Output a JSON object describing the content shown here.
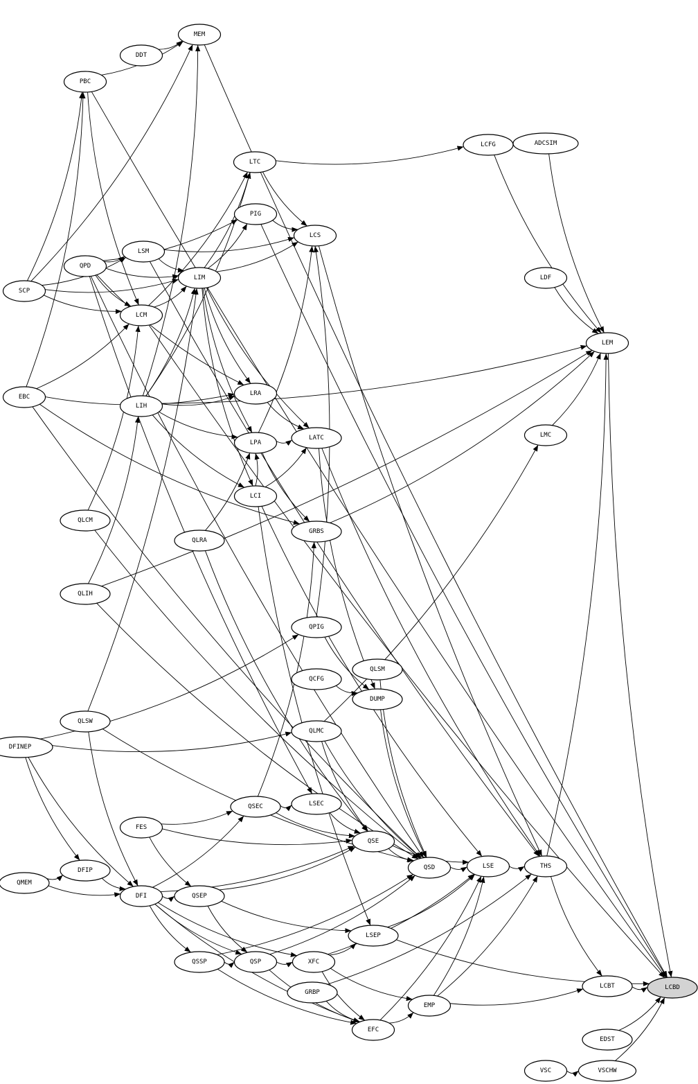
{
  "graph": {
    "highlight_fill": "#d3d3d3",
    "nodes": [
      "MEM",
      "DDT",
      "PBC",
      "LCFG",
      "ADCSIM",
      "LTC",
      "PIG",
      "LCS",
      "LSM",
      "QPD",
      "LIM",
      "SCP",
      "LDF",
      "LCM",
      "LEM",
      "EBC",
      "LRA",
      "LIH",
      "LPA",
      "LATC",
      "LMC",
      "LCI",
      "QLCM",
      "QLRA",
      "GRBS",
      "QLIH",
      "QPIG",
      "QCFG",
      "QLSM",
      "DUMP",
      "QLSW",
      "DFINEP",
      "QLMC",
      "QSEC",
      "LSEC",
      "FES",
      "QSE",
      "DFIP",
      "QSD",
      "LSE",
      "THS",
      "QMEM",
      "DFI",
      "QSEP",
      "LSEP",
      "QSSP",
      "QSP",
      "XFC",
      "LCBT",
      "LCBD",
      "GRBP",
      "EMP",
      "EFC",
      "EDST",
      "VSC",
      "VSCHW"
    ],
    "highlighted": [
      "LCBD"
    ],
    "edges": [
      [
        "SCP",
        "PBC"
      ],
      [
        "SCP",
        "MEM"
      ],
      [
        "SCP",
        "LSM"
      ],
      [
        "SCP",
        "LCM"
      ],
      [
        "SCP",
        "LIM"
      ],
      [
        "DDT",
        "MEM"
      ],
      [
        "PBC",
        "MEM"
      ],
      [
        "PBC",
        "LCM"
      ],
      [
        "PBC",
        "LCBD"
      ],
      [
        "QPD",
        "LSM"
      ],
      [
        "QPD",
        "LCM"
      ],
      [
        "QPD",
        "LIM"
      ],
      [
        "QPD",
        "LRA"
      ],
      [
        "QPD",
        "LSEC"
      ],
      [
        "QPD",
        "QSD"
      ],
      [
        "QPD",
        "PIG"
      ],
      [
        "LSM",
        "LIM"
      ],
      [
        "LSM",
        "THS"
      ],
      [
        "LSM",
        "LCS"
      ],
      [
        "LCM",
        "LIM"
      ],
      [
        "LCM",
        "LCBD"
      ],
      [
        "LCM",
        "LTC"
      ],
      [
        "LIM",
        "LTC"
      ],
      [
        "LIM",
        "PIG"
      ],
      [
        "LIM",
        "LCS"
      ],
      [
        "LIM",
        "LRA"
      ],
      [
        "LIM",
        "LPA"
      ],
      [
        "LIM",
        "LATC"
      ],
      [
        "LIM",
        "LCI"
      ],
      [
        "EBC",
        "PBC"
      ],
      [
        "EBC",
        "LCM"
      ],
      [
        "EBC",
        "LRA"
      ],
      [
        "EBC",
        "QSD"
      ],
      [
        "EBC",
        "GRBS"
      ],
      [
        "LIH",
        "LIM"
      ],
      [
        "LIH",
        "LRA"
      ],
      [
        "LIH",
        "LPA"
      ],
      [
        "LIH",
        "LCI"
      ],
      [
        "LIH",
        "LTC"
      ],
      [
        "LIH",
        "MEM"
      ],
      [
        "LIH",
        "LEM"
      ],
      [
        "LRA",
        "LATC"
      ],
      [
        "LPA",
        "LATC"
      ],
      [
        "LPA",
        "LCS"
      ],
      [
        "LPA",
        "GRBS"
      ],
      [
        "LCI",
        "LATC"
      ],
      [
        "LCI",
        "LPA"
      ],
      [
        "LCI",
        "LSE"
      ],
      [
        "LCI",
        "LSEP"
      ],
      [
        "LTC",
        "LCS"
      ],
      [
        "LTC",
        "LCFG"
      ],
      [
        "PIG",
        "LCS"
      ],
      [
        "PIG",
        "LCBD"
      ],
      [
        "LCS",
        "THS"
      ],
      [
        "MEM",
        "LCBD"
      ],
      [
        "LCFG",
        "LEM"
      ],
      [
        "ADCSIM",
        "LEM"
      ],
      [
        "LDF",
        "LEM"
      ],
      [
        "LMC",
        "LEM"
      ],
      [
        "LEM",
        "LCBD"
      ],
      [
        "QLCM",
        "LCM"
      ],
      [
        "QLCM",
        "QSD"
      ],
      [
        "QLRA",
        "LPA"
      ],
      [
        "QLRA",
        "QSE"
      ],
      [
        "QLIH",
        "LIH"
      ],
      [
        "QLIH",
        "LEM"
      ],
      [
        "QLIH",
        "QSD"
      ],
      [
        "QPIG",
        "DUMP"
      ],
      [
        "QPIG",
        "LCS"
      ],
      [
        "QCFG",
        "DUMP"
      ],
      [
        "QLSM",
        "QSD"
      ],
      [
        "DUMP",
        "QSD"
      ],
      [
        "QLSW",
        "LIM"
      ],
      [
        "QLSW",
        "DFI"
      ],
      [
        "QLSW",
        "QSD"
      ],
      [
        "DFINEP",
        "DFIP"
      ],
      [
        "DFINEP",
        "QPIG"
      ],
      [
        "DFINEP",
        "QLMC"
      ],
      [
        "DFINEP",
        "DFI"
      ],
      [
        "QLMC",
        "QSE"
      ],
      [
        "QLMC",
        "LMC"
      ],
      [
        "QLMC",
        "QSD"
      ],
      [
        "QSEC",
        "LSEC"
      ],
      [
        "QSEC",
        "GRBS"
      ],
      [
        "QSEC",
        "QSE"
      ],
      [
        "LSEC",
        "QSE"
      ],
      [
        "FES",
        "QSEC"
      ],
      [
        "FES",
        "QSEP"
      ],
      [
        "FES",
        "QSE"
      ],
      [
        "QSE",
        "QSD"
      ],
      [
        "QSE",
        "LSE"
      ],
      [
        "GRBS",
        "LEM"
      ],
      [
        "LATC",
        "THS"
      ],
      [
        "LATC",
        "DUMP"
      ],
      [
        "DFIP",
        "DFI"
      ],
      [
        "QMEM",
        "DFIP"
      ],
      [
        "QMEM",
        "DFI"
      ],
      [
        "DFI",
        "QSEP"
      ],
      [
        "DFI",
        "QSSP"
      ],
      [
        "DFI",
        "QSEC"
      ],
      [
        "DFI",
        "QSE"
      ],
      [
        "DFI",
        "QSP"
      ],
      [
        "DFI",
        "XFC"
      ],
      [
        "DFI",
        "EFC"
      ],
      [
        "QSEP",
        "QSP"
      ],
      [
        "QSEP",
        "LSEP"
      ],
      [
        "QSEP",
        "QSE"
      ],
      [
        "QSSP",
        "QSP"
      ],
      [
        "QSSP",
        "QSD"
      ],
      [
        "QSSP",
        "EFC"
      ],
      [
        "QSP",
        "XFC"
      ],
      [
        "QSP",
        "QSD"
      ],
      [
        "QSP",
        "EFC"
      ],
      [
        "XFC",
        "LSEP"
      ],
      [
        "XFC",
        "EMP"
      ],
      [
        "XFC",
        "EFC"
      ],
      [
        "XFC",
        "LSE"
      ],
      [
        "GRBP",
        "EFC"
      ],
      [
        "GRBP",
        "THS"
      ],
      [
        "EFC",
        "EMP"
      ],
      [
        "EFC",
        "LSE"
      ],
      [
        "EMP",
        "LSE"
      ],
      [
        "EMP",
        "THS"
      ],
      [
        "EMP",
        "LCBT"
      ],
      [
        "LSEP",
        "LSE"
      ],
      [
        "LSEP",
        "LCBD"
      ],
      [
        "QSD",
        "LSE"
      ],
      [
        "LSE",
        "THS"
      ],
      [
        "THS",
        "LCBT"
      ],
      [
        "THS",
        "LEM"
      ],
      [
        "LCBT",
        "LCBD"
      ],
      [
        "EDST",
        "LCBD"
      ],
      [
        "VSC",
        "VSCHW"
      ],
      [
        "VSCHW",
        "LCBD"
      ]
    ]
  }
}
